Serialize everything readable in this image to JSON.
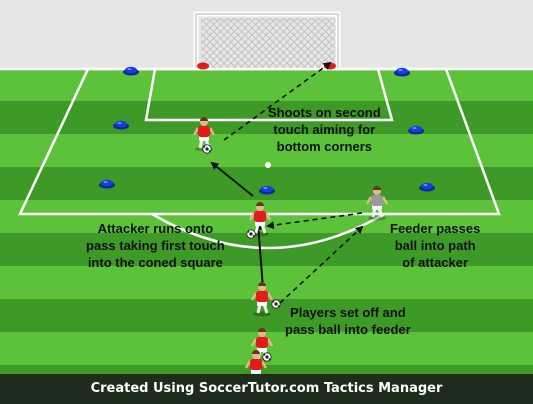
{
  "annotations": {
    "shoot": [
      "Shoots on second",
      "touch aiming for",
      "bottom corners"
    ],
    "attacker": [
      "Attacker runs onto",
      "pass taking first touch",
      "into the coned square"
    ],
    "feeder": [
      "Feeder passes",
      "ball into path",
      "of attacker"
    ],
    "players": [
      "Players set off and",
      "pass ball into feeder"
    ]
  },
  "footer": {
    "text": "Created Using SoccerTutor.com Tactics Manager"
  },
  "colors": {
    "grass_light": "#5cc23a",
    "grass_dark": "#3e9a26",
    "sky": "#e6e6e6",
    "cone": "#1a3fd8",
    "red_team": "#e31b1b",
    "feeder": "#9a9a9a",
    "footer_bg": "#1d2c1d"
  },
  "icons": [
    "goal-icon",
    "cone-icon",
    "player-icon",
    "ball-icon",
    "arrow-icon"
  ]
}
